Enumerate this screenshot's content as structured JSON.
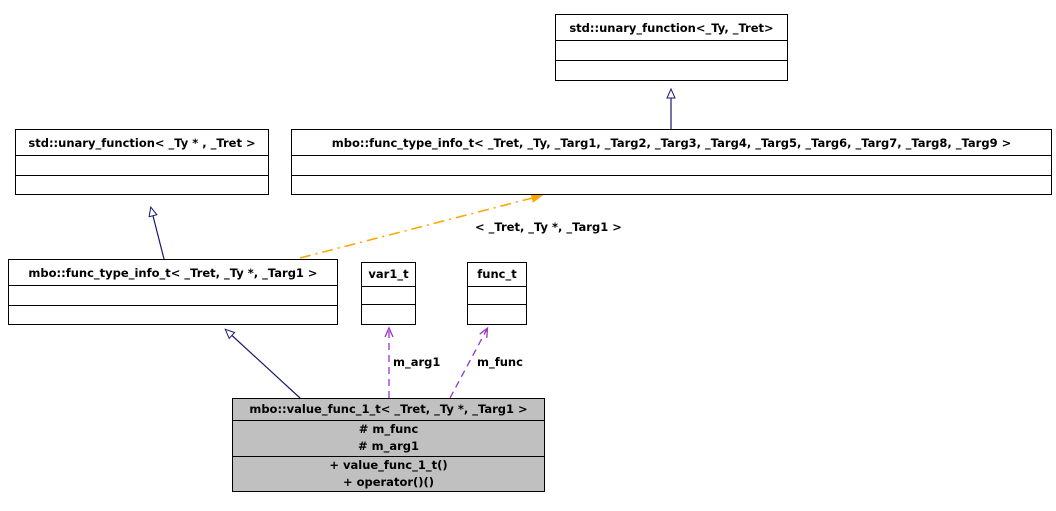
{
  "diagram": {
    "type": "uml-class-inheritance-collaboration",
    "background": "#ffffff",
    "colors": {
      "inheritance_edge": "#191970",
      "template_edge": "#ffa500",
      "usage_edge": "#9a32cd",
      "node_fill": "#ffffff",
      "highlight_node_fill": "#c0c0c0",
      "border": "#000000"
    }
  },
  "nodes": [
    {
      "id": "std-unary-function-ty-tret",
      "title": "std::unary_function<_Ty, _Tret>",
      "attributes": [],
      "methods": [],
      "highlighted": false
    },
    {
      "id": "std-unary-function-typtr-tret",
      "title": "std::unary_function< _Ty * , _Tret >",
      "attributes": [],
      "methods": [],
      "highlighted": false
    },
    {
      "id": "mbo-func-type-info-t-full",
      "title": "mbo::func_type_info_t< _Tret, _Ty, _Targ1, _Targ2, _Targ3, _Targ4, _Targ5, _Targ6, _Targ7, _Targ8, _Targ9 >",
      "attributes": [],
      "methods": [],
      "highlighted": false
    },
    {
      "id": "mbo-func-type-info-t-spec",
      "title": "mbo::func_type_info_t< _Tret, _Ty *, _Targ1 >",
      "attributes": [],
      "methods": [],
      "highlighted": false
    },
    {
      "id": "var1-t",
      "title": "var1_t",
      "attributes": [],
      "methods": [],
      "highlighted": false
    },
    {
      "id": "func-t",
      "title": "func_t",
      "attributes": [],
      "methods": [],
      "highlighted": false
    },
    {
      "id": "mbo-value-func-1-t",
      "title": "mbo::value_func_1_t< _Tret, _Ty *, _Targ1 >",
      "attributes": [
        "# m_func",
        "# m_arg1"
      ],
      "methods": [
        "+ value_func_1_t()",
        "+ operator()()"
      ],
      "highlighted": true
    }
  ],
  "edges": [
    {
      "id": "edge-inherit-full-to-unary",
      "kind": "inheritance",
      "from": "mbo-func-type-info-t-full",
      "to": "std-unary-function-ty-tret",
      "label": ""
    },
    {
      "id": "edge-inherit-spec-to-unaryptr",
      "kind": "inheritance",
      "from": "mbo-func-type-info-t-spec",
      "to": "std-unary-function-typtr-tret",
      "label": ""
    },
    {
      "id": "edge-template-spec-to-full",
      "kind": "template-binding",
      "from": "mbo-func-type-info-t-spec",
      "to": "mbo-func-type-info-t-full",
      "label": "< _Tret, _Ty *, _Targ1 >"
    },
    {
      "id": "edge-inherit-value-to-spec",
      "kind": "inheritance",
      "from": "mbo-value-func-1-t",
      "to": "mbo-func-type-info-t-spec",
      "label": ""
    },
    {
      "id": "edge-usage-var1",
      "kind": "usage",
      "from": "mbo-value-func-1-t",
      "to": "var1-t",
      "label": "m_arg1"
    },
    {
      "id": "edge-usage-func",
      "kind": "usage",
      "from": "mbo-value-func-1-t",
      "to": "func-t",
      "label": "m_func"
    }
  ]
}
